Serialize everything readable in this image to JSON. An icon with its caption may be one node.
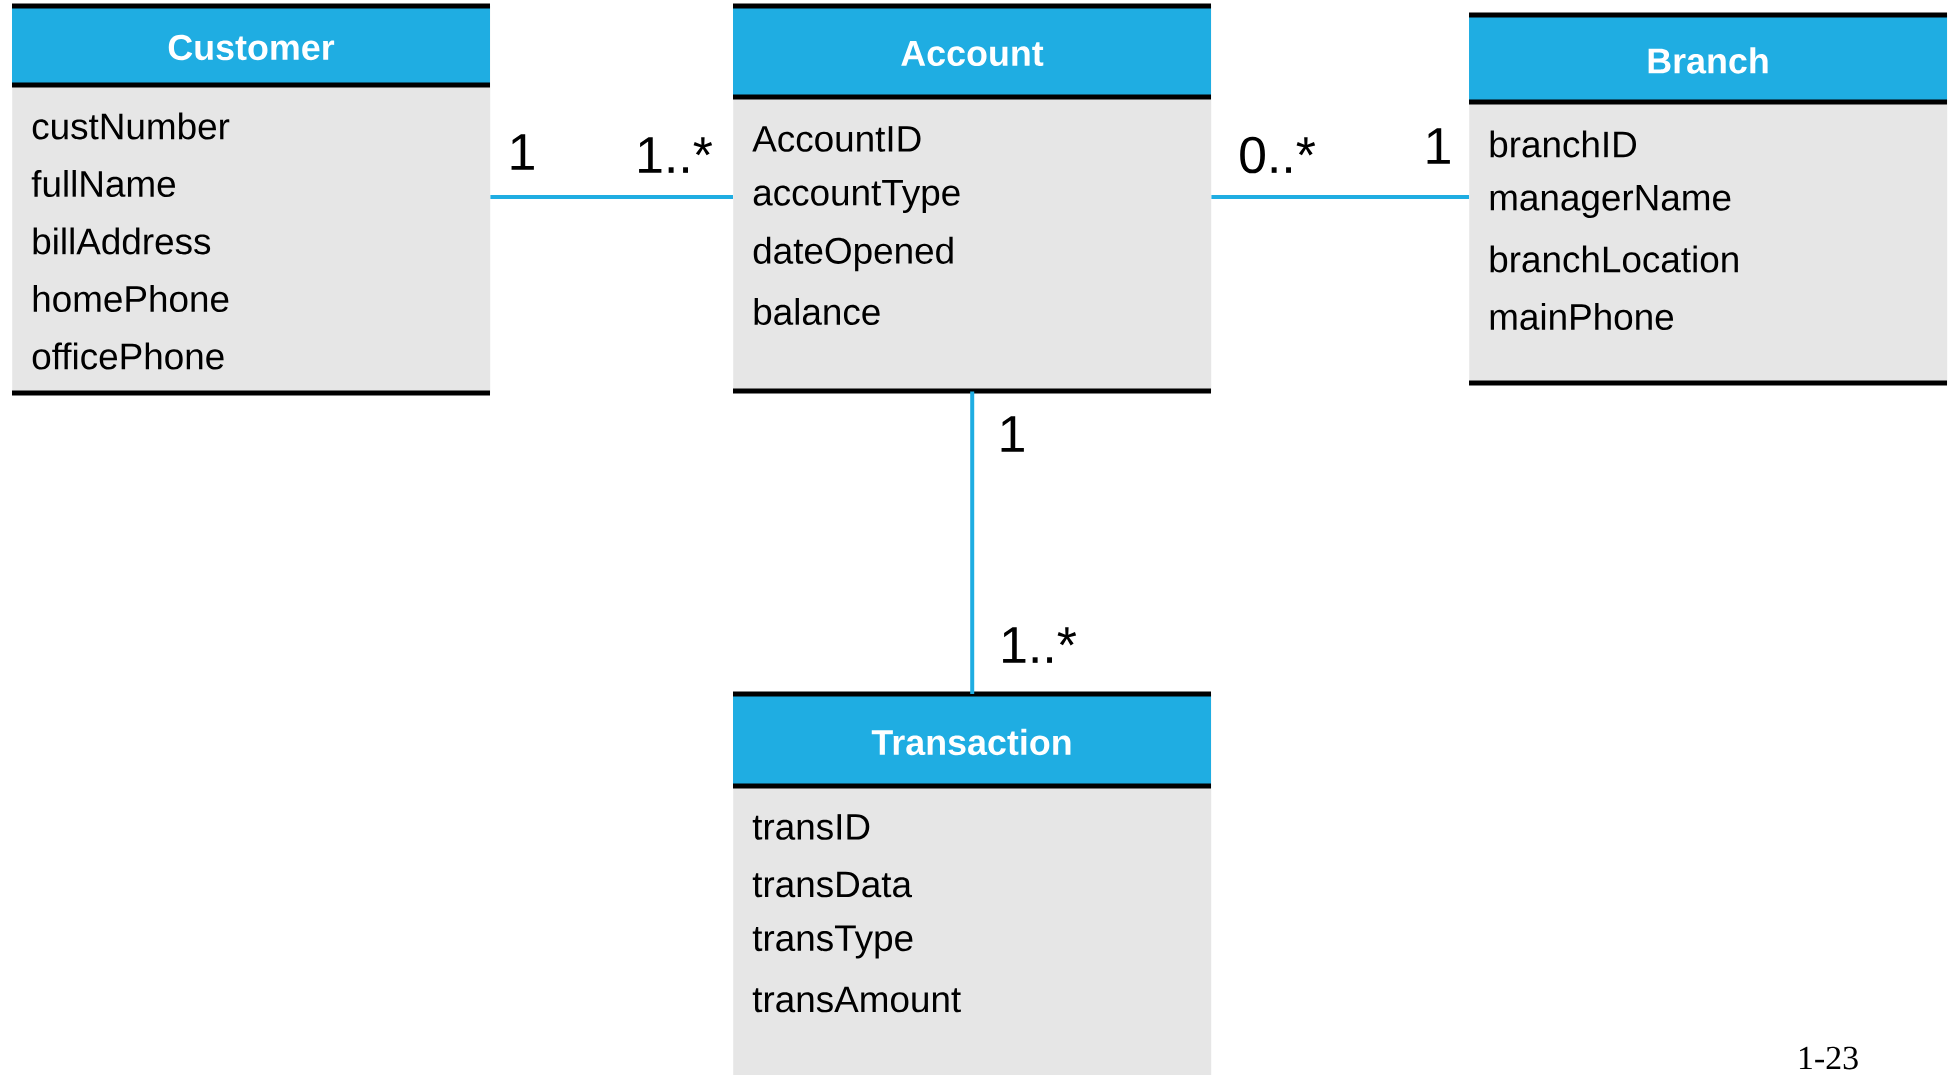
{
  "diagram": {
    "nodes": [
      {
        "text": [
          "Customer",
          "custNumber",
          "fullName",
          "billAddress",
          "homePhone",
          "officePhone"
        ]
      },
      {
        "text": [
          "Account",
          "AccountID",
          "accountType",
          "dateOpened",
          "balance"
        ]
      },
      {
        "text": [
          "Branch",
          "branchID",
          "managerName",
          "branchLocation",
          "mainPhone"
        ]
      },
      {
        "text": [
          "Transaction",
          "transID",
          "transData",
          "transType",
          "transAmount"
        ]
      }
    ],
    "edges": [
      {
        "from": 0,
        "to": 1,
        "arrow": "none"
      },
      {
        "from": 1,
        "to": 2,
        "arrow": "none"
      },
      {
        "from": 1,
        "to": 3,
        "arrow": "none"
      }
    ],
    "labels": [
      "1",
      "1..*",
      "0..*",
      "1",
      "1",
      "1..*",
      "1-23"
    ]
  }
}
